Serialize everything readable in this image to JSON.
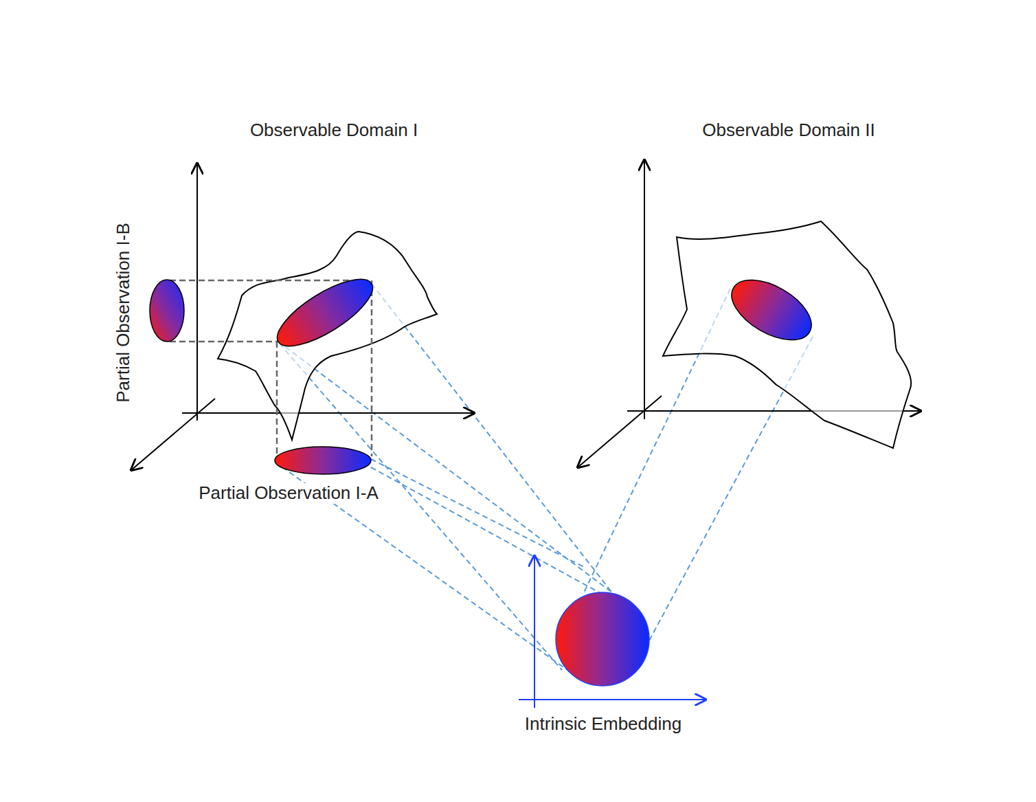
{
  "diagram": {
    "labels": [
      "Observable Domain I",
      "Observable Domain II",
      "Partial Observation I-B",
      "Partial Observation I-A",
      "Intrinsic Embedding"
    ]
  }
}
